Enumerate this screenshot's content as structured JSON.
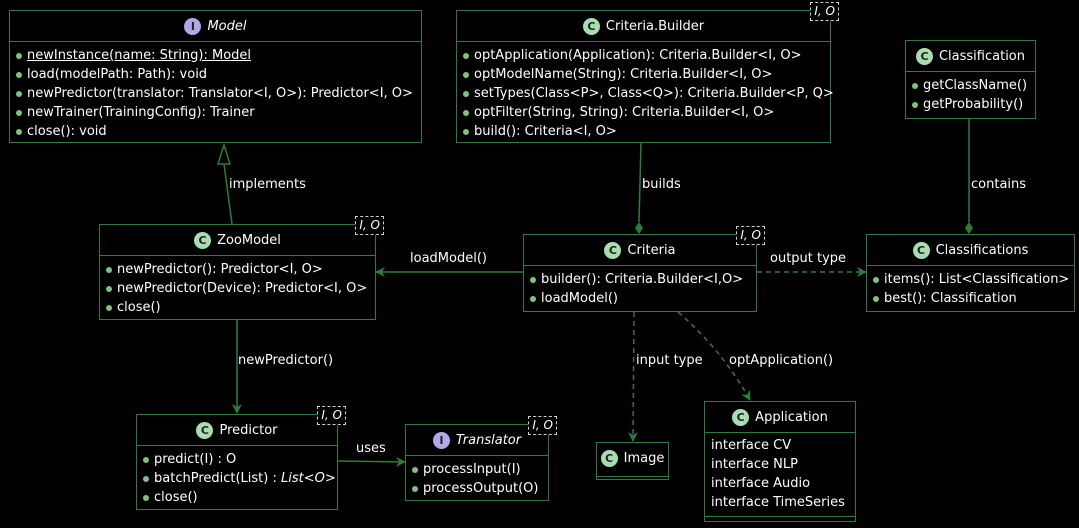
{
  "classes": {
    "model": {
      "name": "Model",
      "kind": "I",
      "methods": [
        "newInstance(name: String): Model",
        "load(modelPath: Path): void",
        "newPredictor(translator: Translator<I, O>): Predictor<I, O>",
        "newTrainer(TrainingConfig): Trainer",
        "close(): void"
      ]
    },
    "criteria_builder": {
      "name": "Criteria.Builder",
      "kind": "C",
      "params": "I, O",
      "methods": [
        "optApplication(Application): Criteria.Builder<I, O>",
        "optModelName(String): Criteria.Builder<I, O>",
        "setTypes(Class<P>, Class<Q>): Criteria.Builder<P, Q>",
        "optFilter(String, String): Criteria.Builder<I, O>",
        "build(): Criteria<I, O>"
      ]
    },
    "classification": {
      "name": "Classification",
      "kind": "C",
      "methods": [
        "getClassName()",
        "getProbability()"
      ]
    },
    "zoomodel": {
      "name": "ZooModel",
      "kind": "C",
      "params": "I, O",
      "methods": [
        "newPredictor(): Predictor<I, O>",
        "newPredictor(Device): Predictor<I, O>",
        "close()"
      ]
    },
    "criteria": {
      "name": "Criteria",
      "kind": "C",
      "params": "I, O",
      "methods": [
        "builder(): Criteria.Builder<I,O>",
        "loadModel()"
      ]
    },
    "classifications": {
      "name": "Classifications",
      "kind": "C",
      "methods": [
        "items(): List<Classification>",
        "best(): Classification"
      ]
    },
    "predictor": {
      "name": "Predictor",
      "kind": "C",
      "params": "I, O",
      "methods": [
        "predict(I) : O",
        "batchPredict(List) :",
        "close()"
      ],
      "batch_return": "List<O>"
    },
    "translator": {
      "name": "Translator",
      "kind": "I",
      "params": "I, O",
      "methods": [
        "processInput(I)",
        "processOutput(O)"
      ]
    },
    "image": {
      "name": "Image",
      "kind": "C"
    },
    "application": {
      "name": "Application",
      "kind": "C",
      "fields": [
        "interface CV",
        "interface NLP",
        "interface Audio",
        "interface TimeSeries"
      ]
    }
  },
  "edges": {
    "implements": "implements",
    "builds": "builds",
    "contains": "contains",
    "load_model": "loadModel()",
    "output_type": "output type",
    "new_predictor": "newPredictor()",
    "input_type": "input type",
    "opt_application": "optApplication()",
    "uses": "uses"
  },
  "colors": {
    "background": "#000000",
    "line": "#2f7a3e",
    "class_badge": "#a9dcb0",
    "interface_badge": "#b4a7e5"
  }
}
